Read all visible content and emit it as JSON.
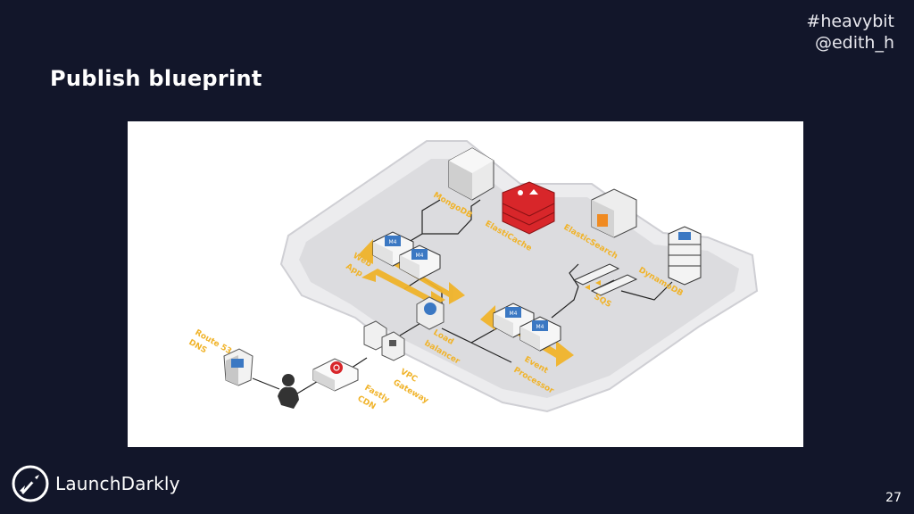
{
  "header": {
    "hashtag": "#heavybit",
    "handle": "@edith_h",
    "title": "Publish blueprint"
  },
  "diagram": {
    "labels": {
      "route53_line1": "Route 53",
      "route53_line2": "DNS",
      "fastly_line1": "Fastly",
      "fastly_line2": "CDN",
      "vpc_line1": "VPC",
      "vpc_line2": "Gateway",
      "lb_line1": "Load",
      "lb_line2": "balancer",
      "webapp_line1": "Web",
      "webapp_line2": "App",
      "mongodb": "MongoDB",
      "elasticache": "ElastiCache",
      "elasticsearch": "ElasticSearch",
      "dynamodb": "DynamoDB",
      "sqs": "SQS",
      "event_line1": "Event",
      "event_line2": "Processor",
      "m4": "M4"
    },
    "colors": {
      "label": "#f0b32a",
      "region": "#e6e6e8",
      "redis": "#d8262a",
      "aws_blue": "#3b78c3"
    }
  },
  "footer": {
    "brand": "LaunchDarkly",
    "page_number": "27"
  }
}
